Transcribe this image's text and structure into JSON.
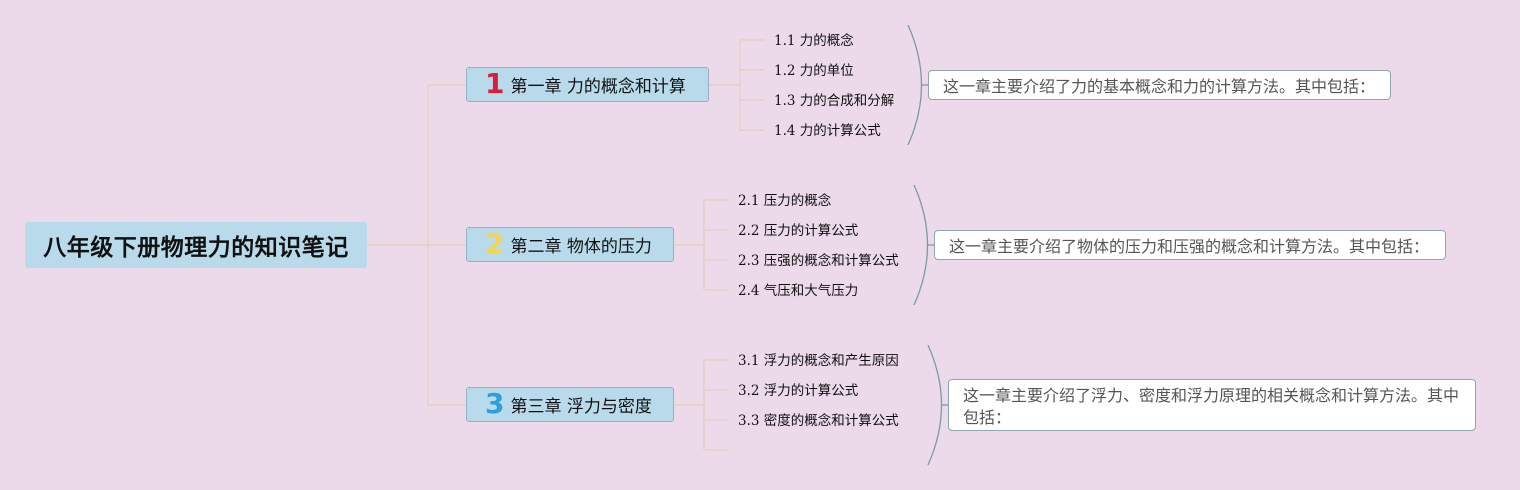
{
  "root": {
    "title": "八年级下册物理力的知识笔记"
  },
  "chapters": [
    {
      "number": "1",
      "number_color": "#d8203c",
      "title": "第一章 力的概念和计算",
      "sections": [
        "1.1 力的概念",
        "1.2 力的单位",
        "1.3 力的合成和分解",
        "1.4 力的计算公式"
      ],
      "summary": "这一章主要介绍了力的基本概念和力的计算方法。其中包括："
    },
    {
      "number": "2",
      "number_color": "#f3d54e",
      "title": "第二章 物体的压力",
      "sections": [
        "2.1 压力的概念",
        "2.2 压力的计算公式",
        "2.3 压强的概念和计算公式",
        "2.4 气压和大气压力"
      ],
      "summary": "这一章主要介绍了物体的压力和压强的概念和计算方法。其中包括："
    },
    {
      "number": "3",
      "number_color": "#2e9fd8",
      "title": "第三章 浮力与密度",
      "sections": [
        "3.1 浮力的概念和产生原因",
        "3.2 浮力的计算公式",
        "3.3 密度的概念和计算公式",
        ""
      ],
      "summary": "这一章主要介绍了浮力、密度和浮力原理的相关概念和计算方法。其中包括："
    }
  ],
  "colors": {
    "background": "#ecdaea",
    "node_fill": "#b8daea",
    "connector": "#e7cfc4",
    "brace": "#7a9aa6"
  }
}
